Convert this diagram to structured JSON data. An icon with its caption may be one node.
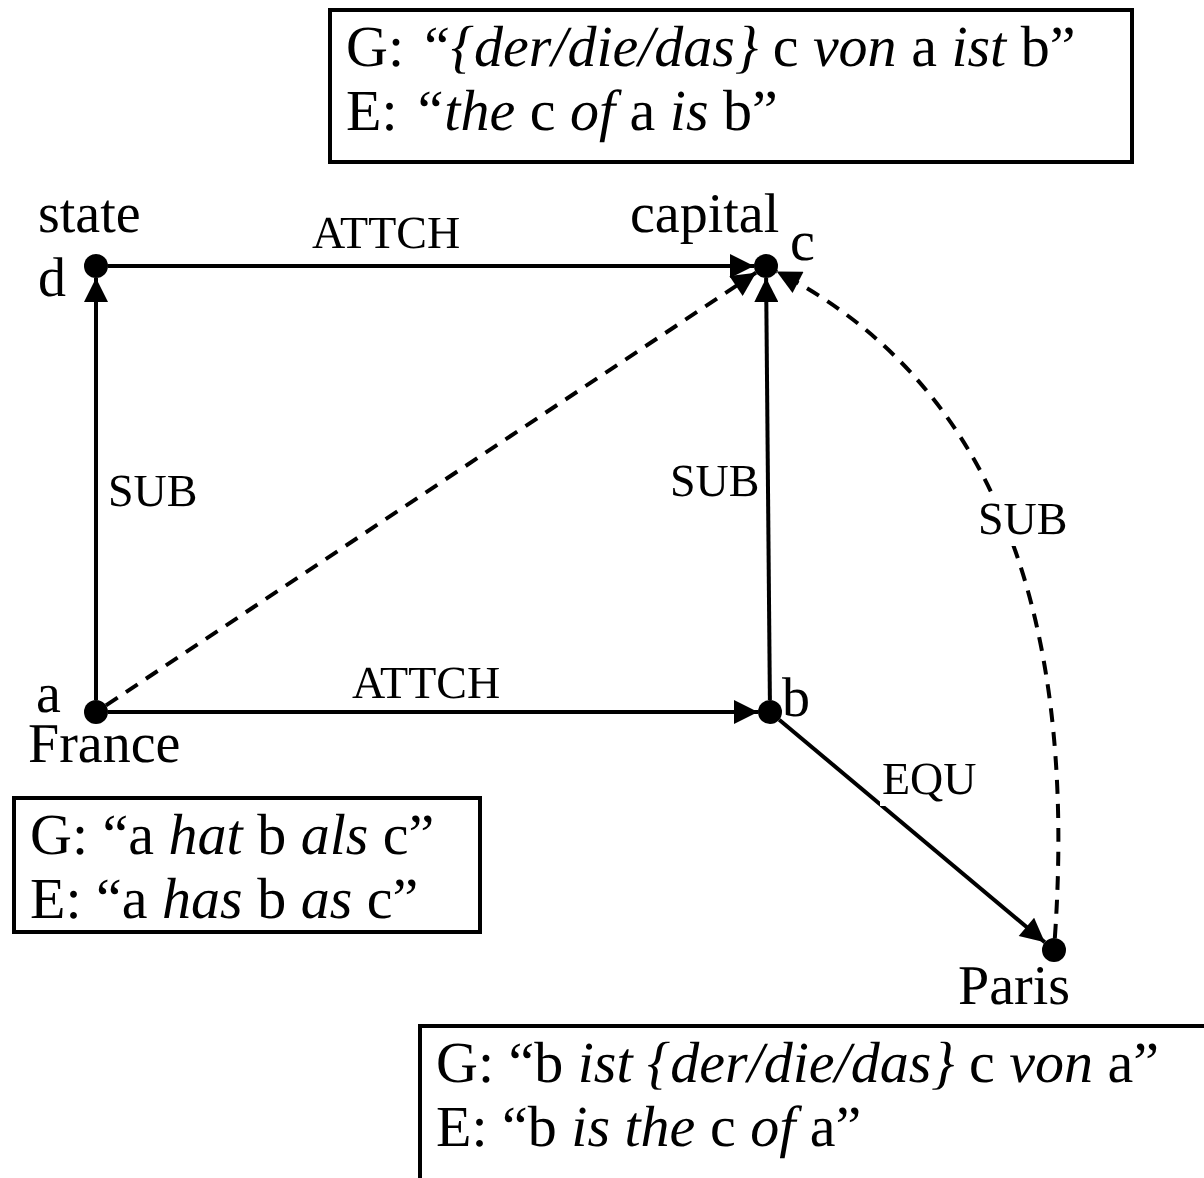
{
  "diagram": {
    "nodes": [
      {
        "text": [
          "G: *“{der/die/das}* c *von* a *ist* b”",
          "E: *“the* c *of* a *is* b”"
        ]
      },
      {
        "text": [],
        "shape": "circle",
        "beside": [
          "state",
          "d"
        ]
      },
      {
        "text": [],
        "shape": "circle",
        "beside": [
          "capital",
          "c"
        ]
      },
      {
        "text": [],
        "shape": "circle",
        "beside": [
          "a",
          "France"
        ]
      },
      {
        "text": [],
        "shape": "circle",
        "beside": [
          "b"
        ]
      },
      {
        "text": [
          "G: “a *hat* b *als* c”",
          "E: “a *has* b *as* c”"
        ]
      },
      {
        "text": [],
        "shape": "circle",
        "beside": [
          "Paris"
        ]
      },
      {
        "text": [
          "G: “b *ist {der/die/das}* c *von* a”",
          "E: “b *is the* c *of* a”"
        ]
      }
    ],
    "edges": [
      {
        "from": 1,
        "to": 2,
        "arrow": "to",
        "label": "ATTCH"
      },
      {
        "from": 3,
        "to": 1,
        "arrow": "to",
        "label": "SUB"
      },
      {
        "from": 4,
        "to": 2,
        "arrow": "to",
        "label": "SUB"
      },
      {
        "from": 3,
        "to": 2,
        "arrow": "to",
        "style": "dashed"
      },
      {
        "from": 3,
        "to": 4,
        "arrow": "to",
        "label": "ATTCH"
      },
      {
        "from": 4,
        "to": 6,
        "arrow": "to",
        "label": "EQU"
      },
      {
        "from": 6,
        "to": 2,
        "arrow": "to",
        "style": "dashed",
        "label": "SUB"
      }
    ]
  }
}
